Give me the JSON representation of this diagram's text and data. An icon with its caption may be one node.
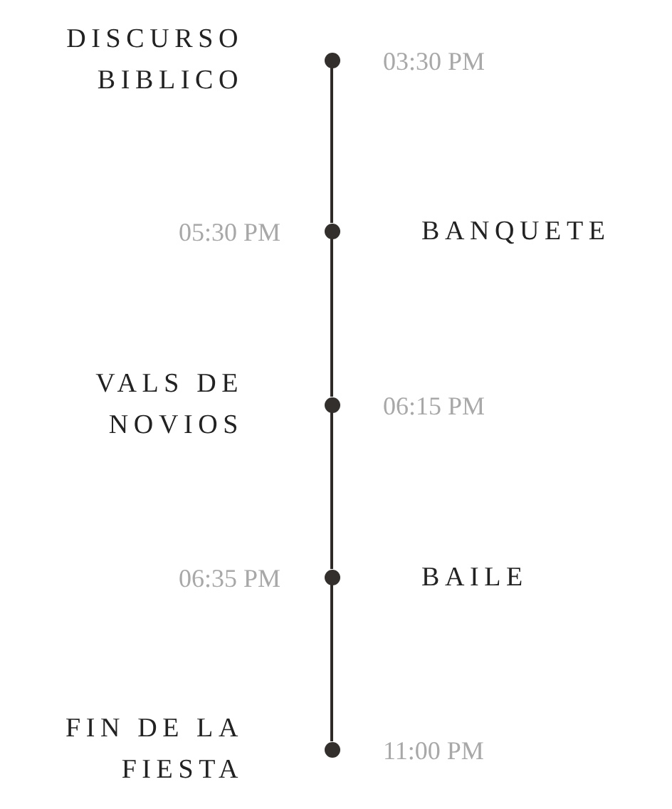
{
  "diagram": {
    "nodes": [
      {
        "text": [],
        "shape": "circle",
        "beside": [
          "DISCURSO BIBLICO",
          "03:30 PM"
        ]
      },
      {
        "text": [],
        "shape": "circle",
        "beside": [
          "BANQUETE",
          "05:30 PM"
        ]
      },
      {
        "text": [],
        "shape": "circle",
        "beside": [
          "VALS DE NOVIOS",
          "06:15 PM"
        ]
      },
      {
        "text": [],
        "shape": "circle",
        "beside": [
          "BAILE",
          "06:35 PM"
        ]
      },
      {
        "text": [],
        "shape": "circle",
        "beside": [
          "FIN DE LA FIESTA",
          "11:00 PM"
        ]
      }
    ],
    "edges": [
      {
        "from": 0,
        "to": 1,
        "arrow": "none"
      },
      {
        "from": 1,
        "to": 2,
        "arrow": "none"
      },
      {
        "from": 2,
        "to": 3,
        "arrow": "none"
      },
      {
        "from": 3,
        "to": 4,
        "arrow": "none"
      }
    ]
  }
}
